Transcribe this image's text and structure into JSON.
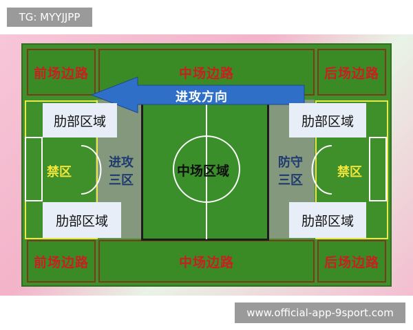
{
  "top_tag": "TG: MYYJJPP",
  "watermark": "www.official-app-9sport.com",
  "arrow_label": "进攻方向",
  "zones": {
    "top_left": "前场边路",
    "top_middle": "中场边路",
    "top_right": "后场边路",
    "bottom_left": "前场边路",
    "bottom_middle": "中场边路",
    "bottom_right": "后场边路",
    "left_penalty": "禁区",
    "right_penalty": "禁区",
    "left_third": "进攻三区",
    "right_third": "防守三区",
    "center": "中场区域",
    "flank_top_left": "肋部区域",
    "flank_bottom_left": "肋部区域",
    "flank_top_right": "肋部区域",
    "flank_bottom_right": "肋部区域"
  },
  "colors": {
    "pitch": "#3f8f2a",
    "edge_text": "#c82020",
    "third_text": "#1e3a6e",
    "penalty_text": "#f2e63a",
    "arrow": "#2f6fc7"
  }
}
